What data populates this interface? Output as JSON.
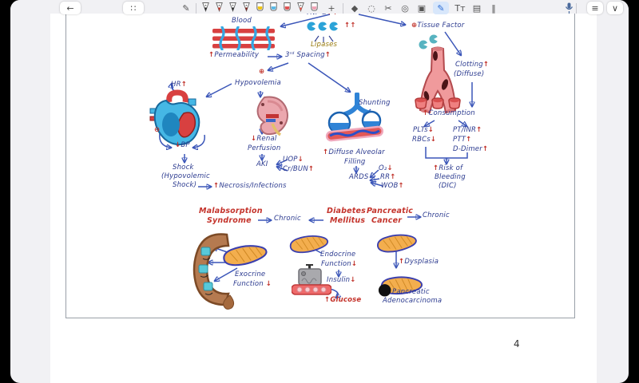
{
  "chrome": {
    "back_icon": "←",
    "grid_icon": "∷",
    "page_number": "4",
    "list_icon": "≡",
    "chevron_icon": "∨",
    "mic_icon_name": "microphone-icon",
    "toolbar": {
      "pencil_icon": "✎",
      "pens": [
        {
          "type": "nib",
          "tip": "#2b2b2b"
        },
        {
          "type": "nib",
          "tip": "#c0392b"
        },
        {
          "type": "nib",
          "tip": "#2b2b2b"
        },
        {
          "type": "nib",
          "tip": "#7b241c"
        },
        {
          "type": "marker",
          "tip": "#f1c40f"
        },
        {
          "type": "marker",
          "tip": "#56b7e6"
        },
        {
          "type": "marker",
          "tip": "#e05050"
        },
        {
          "type": "nib",
          "tip": "#e2574c"
        },
        {
          "type": "marker",
          "tip": "#f0a0b4"
        }
      ],
      "tools": [
        {
          "name": "add-pen-icon",
          "glyph": "+"
        },
        {
          "name": "separator",
          "glyph": ""
        },
        {
          "name": "eraser-icon",
          "glyph": "◆"
        },
        {
          "name": "lasso-icon",
          "glyph": "◌"
        },
        {
          "name": "scissors-icon",
          "glyph": "✂"
        },
        {
          "name": "spiral-icon",
          "glyph": "◎"
        },
        {
          "name": "sticker-icon",
          "glyph": "▣"
        },
        {
          "name": "active-pen-icon",
          "glyph": "✎",
          "active": true
        },
        {
          "name": "text-tool-icon",
          "glyph": "Tт"
        },
        {
          "name": "image-icon",
          "glyph": "▤"
        },
        {
          "name": "ruler-icon",
          "glyph": "‖"
        }
      ]
    }
  },
  "colors": {
    "ink": "#2b3a8f",
    "accent_red": "#c03028",
    "olive": "#97790b",
    "arrow_blue": "#3a55b8"
  },
  "diagram": {
    "blood": {
      "t": "Blood"
    },
    "tnf": {
      "t": "TNF-α",
      "post": "↑↑"
    },
    "enzyme_up": {
      "post": "↑↑"
    },
    "lipases": {
      "t": "Lipases"
    },
    "permeability": {
      "pre": "↑",
      "t": "Permeability"
    },
    "third_spacing": {
      "t": "3ʳᵈ Spacing",
      "post": "↑"
    },
    "tissue_factor": {
      "pre": "⊕",
      "t": "Tissue Factor"
    },
    "clotting1": {
      "t": "Clotting",
      "post": "↑"
    },
    "clotting2": {
      "t": "(Diffuse)"
    },
    "consumption": {
      "pre": "↑",
      "t": "Consumption"
    },
    "plts": {
      "t": "PLTs",
      "post": "↓"
    },
    "rbcs": {
      "t": "RBCs",
      "post": "↓"
    },
    "pt_inr": {
      "t": "PT/INR",
      "post": "↑"
    },
    "ptt": {
      "t": "PTT",
      "post": "↑"
    },
    "d_dimer": {
      "t": "D-Dimer",
      "post": "↑"
    },
    "risk1": {
      "pre": "↑",
      "t": "Risk of"
    },
    "risk2": {
      "t": "Bleeding"
    },
    "risk3": {
      "t": "(DIC)"
    },
    "hr": {
      "t": "HR",
      "post": "↑"
    },
    "minus_sign": {
      "t": "⊖"
    },
    "bp": {
      "pre": "↓",
      "t": "BP"
    },
    "shock1": {
      "t": "Shock"
    },
    "shock2": {
      "t": "(Hypovolemic"
    },
    "shock3": {
      "t": "Shock)"
    },
    "necrosis": {
      "pre": "↑",
      "t": "Necrosis/Infections"
    },
    "plus_sign": {
      "t": "⊕"
    },
    "hypovolemia": {
      "t": "Hypovolemia"
    },
    "renal1": {
      "pre": "↓",
      "t": "Renal"
    },
    "renal2": {
      "t": "Perfusion"
    },
    "aki": {
      "t": "AKI"
    },
    "uop": {
      "t": "UOP",
      "post": "↓"
    },
    "cr_bun": {
      "t": "Cr/BUN",
      "post": "↑"
    },
    "shunting": {
      "t": "Shunting"
    },
    "daf1": {
      "pre": "↑",
      "t": "Diffuse Alveolar"
    },
    "daf2": {
      "t": "Filling"
    },
    "ards": {
      "t": "ARDS"
    },
    "o2": {
      "t": "O₂",
      "post": "↓"
    },
    "rr": {
      "t": "RR",
      "post": "↑"
    },
    "wob": {
      "t": "WOB",
      "post": "↑"
    },
    "malabsorption1": {
      "t": "Malabsorption"
    },
    "malabsorption2": {
      "t": "Syndrome"
    },
    "chronic1": {
      "t": "Chronic"
    },
    "diabetes1": {
      "t": "Diabetes"
    },
    "diabetes2": {
      "t": "Mellitus"
    },
    "cancer1": {
      "t": "Pancreatic"
    },
    "cancer2": {
      "t": "Cancer"
    },
    "chronic2": {
      "t": "Chronic"
    },
    "exocrine1": {
      "t": "Exocrine"
    },
    "exocrine2": {
      "t": "Function",
      "post": "↓"
    },
    "endocrine1": {
      "t": "Endocrine"
    },
    "endocrine2": {
      "t": "Function",
      "post": "↓"
    },
    "insulin": {
      "t": "Insulin",
      "post": "↓"
    },
    "glucose": {
      "pre": "↑",
      "t": "Glucose"
    },
    "dysplasia": {
      "pre": "↑",
      "t": "Dysplasia"
    },
    "adeno1": {
      "t": "Pancreatic"
    },
    "adeno2": {
      "t": "Adenocarcinoma"
    }
  }
}
